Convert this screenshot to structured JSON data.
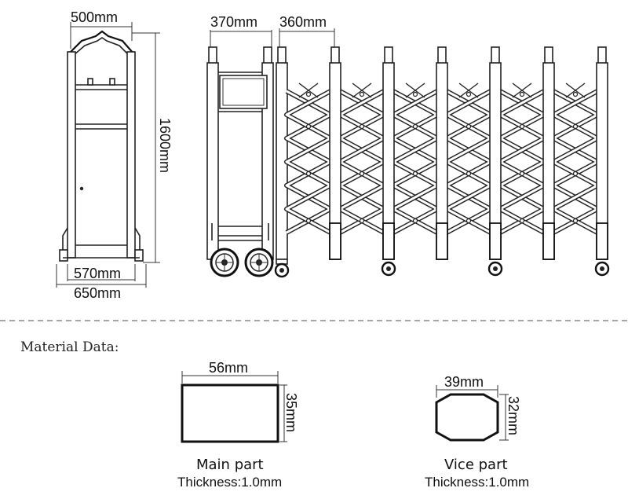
{
  "dimensions": {
    "side_width_top": "500mm",
    "side_height": "1600mm",
    "side_width_inner": "570mm",
    "side_width_outer": "650mm",
    "front_head_width": "370mm",
    "front_pitch": "360mm"
  },
  "material": {
    "heading": "Material Data:",
    "main": {
      "width": "56mm",
      "height": "35mm",
      "title": "Main part",
      "thickness": "Thickness:1.0mm"
    },
    "vice": {
      "width": "39mm",
      "height": "32mm",
      "title": "Vice part",
      "thickness": "Thickness:1.0mm"
    }
  },
  "colors": {
    "line": "#222222",
    "background": "#ffffff",
    "divider": "#888888"
  }
}
